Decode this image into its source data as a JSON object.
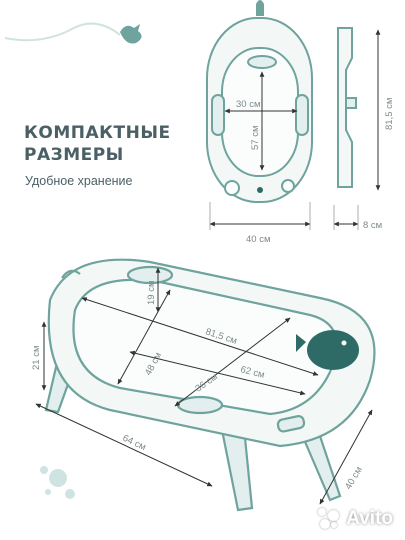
{
  "headline": {
    "line1": "КОМПАКТНЫЕ",
    "line2": "РАЗМЕРЫ"
  },
  "subtitle": "Удобное хранение",
  "dimensions": {
    "top_inner_width": "30 см",
    "top_inner_length": "57 см",
    "top_outer_length": "81,5 см",
    "top_width": "40 см",
    "side_depth": "8 см",
    "persp_depth": "19 см",
    "persp_diag_long": "81,5 см",
    "persp_inner_w": "48 см",
    "persp_inner_l": "62 см",
    "persp_inner_diag": "36 см",
    "persp_height": "21 см",
    "persp_length": "64 см",
    "persp_width": "40 см"
  },
  "watermark": "Avito",
  "colors": {
    "tub": "#6fa39d",
    "tub_fill": "#f3f8f7",
    "text": "#4b6065",
    "dim": "#7d8a8c",
    "arrow": "#333333",
    "accent": "#2e6b66",
    "bubbles": "#cfe4e2"
  }
}
